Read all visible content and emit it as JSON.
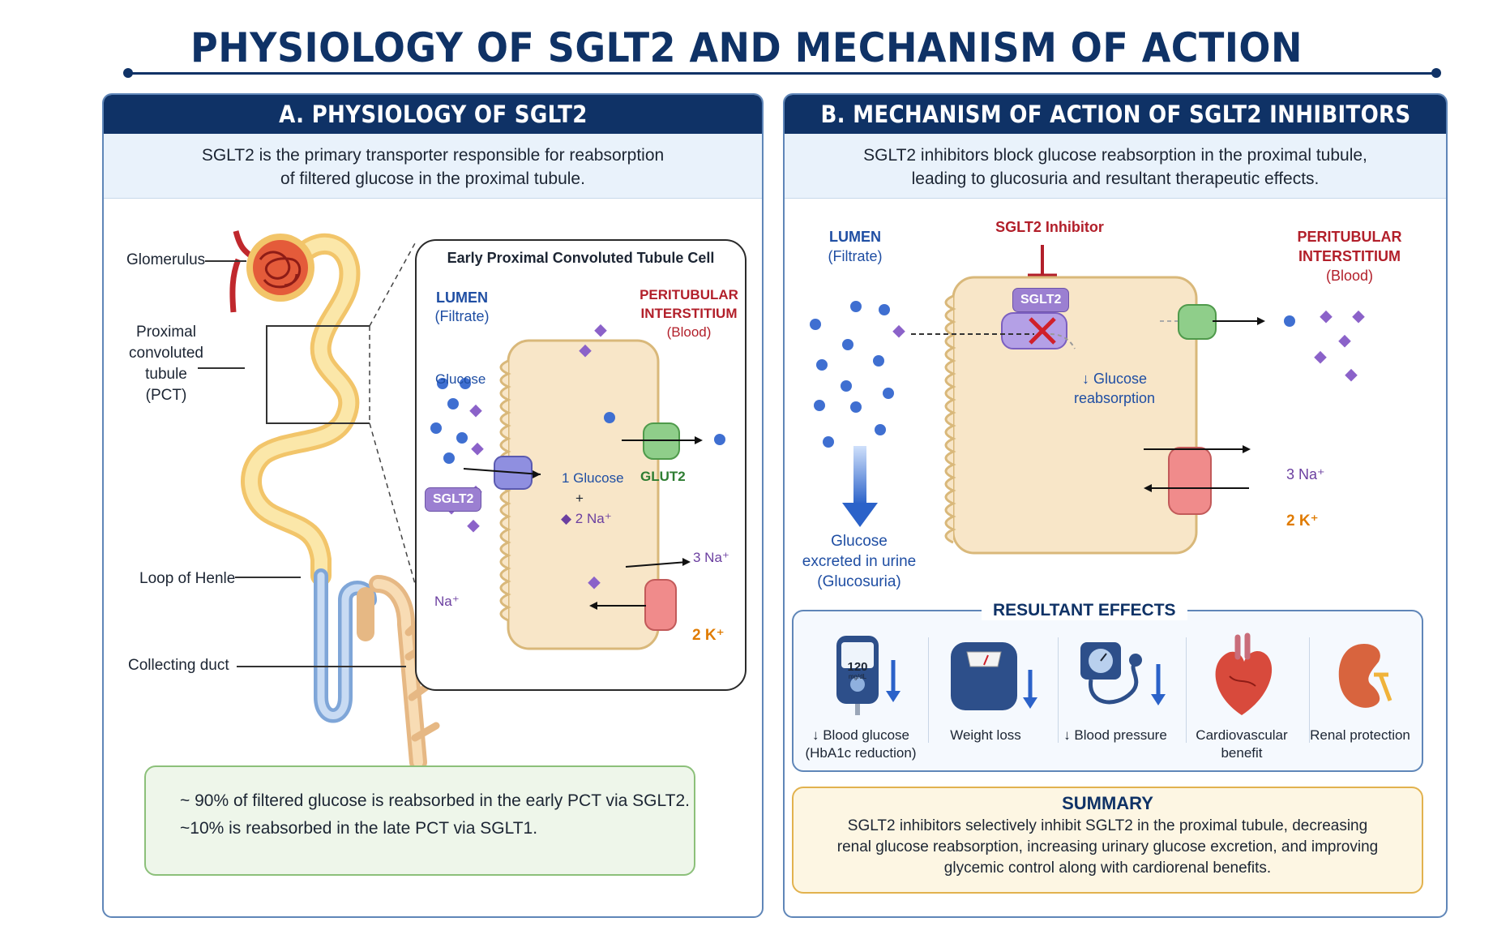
{
  "title": "PHYSIOLOGY OF SGLT2 AND MECHANISM OF ACTION",
  "panel_a": {
    "header": "A. PHYSIOLOGY OF SGLT2",
    "subtitle_line1": "SGLT2 is the primary transporter responsible for reabsorption",
    "subtitle_line2": "of filtered glucose in the proximal tubule.",
    "nephron_labels": {
      "glomerulus": "Glomerulus",
      "pct_line1": "Proximal",
      "pct_line2": "convoluted",
      "pct_line3": "tubule",
      "pct_line4": "(PCT)",
      "loop": "Loop of Henle",
      "duct": "Collecting duct"
    },
    "cell": {
      "title": "Early Proximal Convoluted Tubule Cell",
      "lumen": "LUMEN",
      "lumen_sub": "(Filtrate)",
      "interstitium_line1": "PERITUBULAR",
      "interstitium_line2": "INTERSTITIUM",
      "interstitium_sub": "(Blood)",
      "glucose": "Glucose",
      "na": "Na⁺",
      "sglt2": "SGLT2",
      "one_glucose": "1 Glucose",
      "plus": "+",
      "two_na": "2 Na⁺",
      "glut2": "GLUT2",
      "three_na": "3 Na⁺",
      "two_k": "2 K⁺"
    },
    "note_line1": "~ 90% of filtered glucose is reabsorbed in the early PCT via SGLT2.",
    "note_line2": "~10% is reabsorbed in the late PCT via SGLT1."
  },
  "panel_b": {
    "header": "B. MECHANISM OF ACTION OF SGLT2 INHIBITORS",
    "subtitle_line1": "SGLT2 inhibitors block glucose reabsorption in the proximal tubule,",
    "subtitle_line2": "leading to glucosuria and resultant therapeutic effects.",
    "lumen": "LUMEN",
    "lumen_sub": "(Filtrate)",
    "inhibitor": "SGLT2 Inhibitor",
    "interstitium_line1": "PERITUBULAR",
    "interstitium_line2": "INTERSTITIUM",
    "interstitium_sub": "(Blood)",
    "sglt2": "SGLT2",
    "glucose_reabs_line1": "↓ Glucose",
    "glucose_reabs_line2": "reabsorption",
    "excreted_line1": "Glucose",
    "excreted_line2": "excreted in urine",
    "excreted_line3": "(Glucosuria)",
    "three_na": "3 Na⁺",
    "two_k": "2 K⁺",
    "effects_title": "RESULTANT EFFECTS",
    "meter_reading": "120",
    "meter_unit": "mg/dL",
    "effects": [
      {
        "line1": "↓ Blood glucose",
        "line2": "(HbA1c reduction)",
        "icon": "glucometer-icon"
      },
      {
        "line1": "Weight loss",
        "line2": "",
        "icon": "scale-icon"
      },
      {
        "line1": "↓ Blood pressure",
        "line2": "",
        "icon": "bp-cuff-icon"
      },
      {
        "line1": "Cardiovascular",
        "line2": "benefit",
        "icon": "heart-icon"
      },
      {
        "line1": "Renal protection",
        "line2": "",
        "icon": "kidney-icon"
      }
    ],
    "summary_title": "SUMMARY",
    "summary_line1": "SGLT2 inhibitors selectively inhibit SGLT2 in the proximal tubule, decreasing",
    "summary_line2": "renal glucose reabsorption, increasing urinary glucose excretion, and improving",
    "summary_line3": "glycemic control along with cardiorenal benefits."
  },
  "colors": {
    "navy": "#0f3266",
    "glucose": "#3f6fd1",
    "sodium": "#8b62c9",
    "cell": "#f8e6c8",
    "glut2": "#8fce8a",
    "pump": "#f08b8b"
  }
}
